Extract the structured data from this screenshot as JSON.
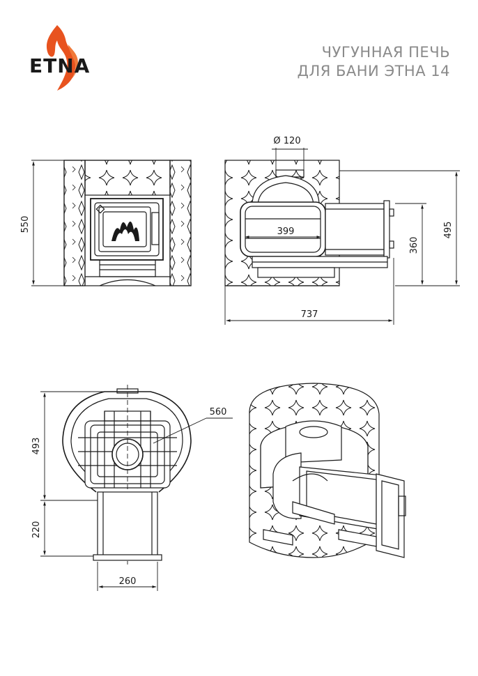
{
  "logo": {
    "text": "ETNA",
    "flame_color": "#e8531f"
  },
  "title": {
    "line1": "ЧУГУННАЯ ПЕЧЬ",
    "line2": "ДЛЯ БАНИ ЭТНА 14"
  },
  "dimensions": {
    "front_height": "550",
    "flue_diameter": "Ø 120",
    "firebox_length": "399",
    "door_height": "360",
    "side_height": "495",
    "total_length": "737",
    "top_diameter": "560",
    "top_depth": "493",
    "tunnel_length": "220",
    "tunnel_width": "260"
  },
  "colors": {
    "line": "#1a1a1a",
    "title": "#8a8a8a",
    "accent": "#e8531f"
  }
}
